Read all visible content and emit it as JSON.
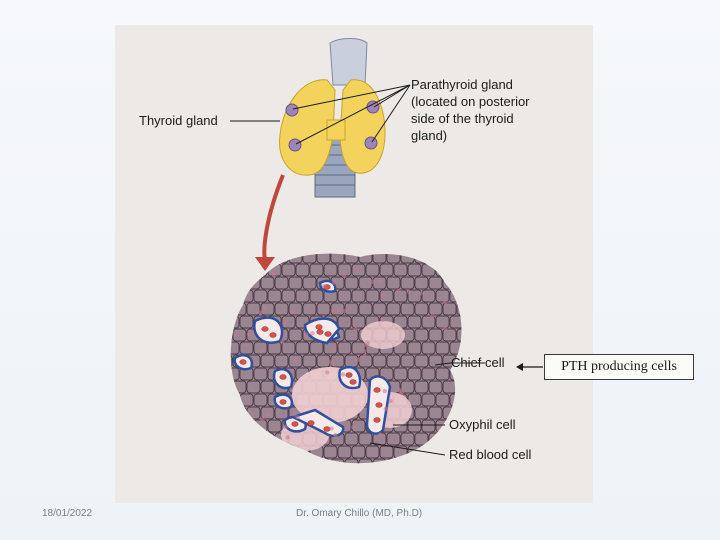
{
  "labels": {
    "parathyroid_gland": [
      "Parathyroid gland",
      "(located on posterior",
      "side of the thyroid",
      "gland)"
    ],
    "thyroid_gland": "Thyroid gland",
    "chief_cell": "Chief cell",
    "oxyphil_cell": "Oxyphil cell",
    "red_blood_cell": "Red blood cell"
  },
  "callout": {
    "text": "PTH producing cells"
  },
  "footer": {
    "date": "18/01/2022",
    "author": "Dr. Omary Chillo (MD, Ph.D)"
  },
  "colors": {
    "cells": "#9a8590",
    "cell_outline": "#4a3a48",
    "pale_cells": "#f2cfd3",
    "capillary_border": "#2f4fa0",
    "red_cells": "#d9524a",
    "thyroid": "#f3d35c",
    "parathyroid": "#9c84b8",
    "arrow": "#c0473c",
    "trachea": "#9aa6bd"
  }
}
